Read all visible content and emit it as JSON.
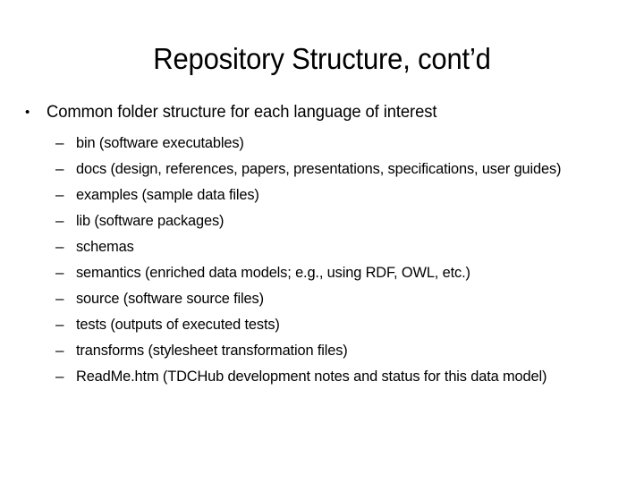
{
  "slide": {
    "title": "Repository Structure, cont’d",
    "level1_bullet_glyph": "•",
    "level2_bullet_glyph": "–",
    "bullets": [
      {
        "text": "Common folder structure for each language of interest",
        "children": [
          {
            "text": "bin (software executables)"
          },
          {
            "text": "docs (design, references, papers, presentations, specifications, user guides)"
          },
          {
            "text": "examples (sample data files)"
          },
          {
            "text": "lib (software packages)"
          },
          {
            "text": "schemas"
          },
          {
            "text": "semantics (enriched data models; e.g., using RDF, OWL, etc.)"
          },
          {
            "text": "source (software source files)"
          },
          {
            "text": "tests (outputs of executed tests)"
          },
          {
            "text": "transforms (stylesheet transformation files)"
          },
          {
            "text": "ReadMe.htm (TDCHub development notes and status for this data model)"
          }
        ]
      }
    ]
  },
  "theme": {
    "background": "#ffffff",
    "text_color": "#000000"
  }
}
